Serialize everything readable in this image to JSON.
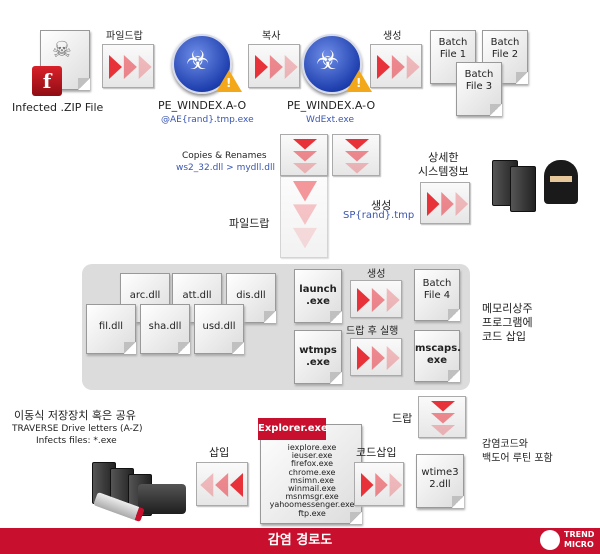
{
  "top": {
    "zip_label": "Infected .ZIP File",
    "dropfile_label": "파일드랍",
    "copy_label": "복사",
    "create_label": "생성",
    "pe1_name": "PE_WINDEX.A-O",
    "pe1_file": "@AE{rand}.tmp.exe",
    "pe2_name": "PE_WINDEX.A-O",
    "pe2_file": "WdExt.exe",
    "batch1": "Batch\nFile 1",
    "batch2": "Batch\nFile 2",
    "batch3": "Batch\nFile 3"
  },
  "middle": {
    "copies_label": "Copies & Renames",
    "copies_detail": "ws2_32.dll > mydll.dll",
    "sysinfo_label": "상세한\n시스템정보",
    "create2_label": "생성",
    "create2_file": "SP{rand}.tmp",
    "dropfile2_label": "파일드랍"
  },
  "panel": {
    "dlls": [
      "arc.dll",
      "att.dll",
      "dis.dll",
      "fil.dll",
      "sha.dll",
      "usd.dll"
    ],
    "launch": "launch\n.exe",
    "wtmps": "wtmps\n.exe",
    "mscaps": "mscaps.\nexe",
    "batch4": "Batch\nFile 4",
    "create_label": "생성",
    "drop_exec_label": "드랍 후 실행",
    "memory_label": "메모리상주\n프로그램에\n코드 삽입"
  },
  "bottom": {
    "removable_title": "이동식 저장장치 혹은 공유",
    "traverse": "TRAVERSE Drive letters (A-Z)",
    "infects": "Infects files: *.exe",
    "insert_label": "삽입",
    "explorer": "Explorer.exe",
    "process_list": [
      "iexplore.exe",
      "ieuser.exe",
      "firefox.exe",
      "chrome.exe",
      "msimn.exe",
      "winmail.exe",
      "msnmsgr.exe",
      "yahoomessenger.exe",
      "ftp.exe"
    ],
    "code_insert_label": "코드삽입",
    "drop_label": "드랍",
    "infection_label": "감염코드와\n백도어 루틴 포함",
    "wtime": "wtime3\n2.dll"
  },
  "footer": {
    "title": "감염 경로도",
    "brand_line1": "TREND",
    "brand_line2": "MICRO"
  },
  "colors": {
    "accent_red": "#c8102e",
    "arrow_red": "#e8323a",
    "link_blue": "#3a56b0",
    "panel_gray": "#dcdcdc"
  }
}
